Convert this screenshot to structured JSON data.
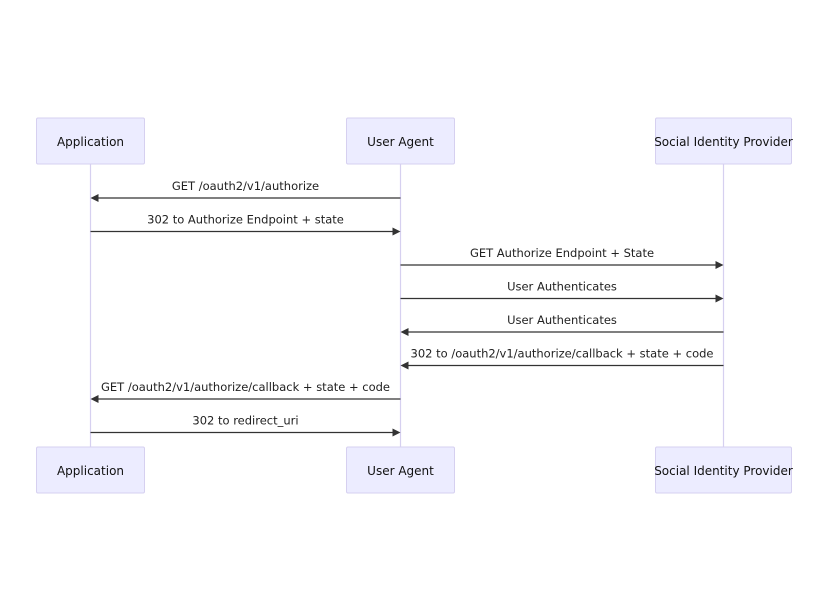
{
  "diagram": {
    "type": "sequence",
    "actors": [
      {
        "id": "app",
        "label": "Application"
      },
      {
        "id": "ua",
        "label": "User Agent"
      },
      {
        "id": "sip",
        "label": "Social Identity Provider"
      }
    ],
    "messages": [
      {
        "from": "ua",
        "to": "app",
        "label": "GET /oauth2/v1/authorize"
      },
      {
        "from": "app",
        "to": "ua",
        "label": "302 to Authorize Endpoint + state"
      },
      {
        "from": "ua",
        "to": "sip",
        "label": "GET Authorize Endpoint + State"
      },
      {
        "from": "ua",
        "to": "sip",
        "label": "User Authenticates"
      },
      {
        "from": "sip",
        "to": "ua",
        "label": "User Authenticates"
      },
      {
        "from": "sip",
        "to": "ua",
        "label": "302 to /oauth2/v1/authorize/callback + state + code"
      },
      {
        "from": "ua",
        "to": "app",
        "label": "GET /oauth2/v1/authorize/callback + state + code"
      },
      {
        "from": "app",
        "to": "ua",
        "label": "302 to redirect_uri"
      }
    ]
  },
  "colors": {
    "actor_fill": "#ececff",
    "actor_stroke": "#d6d0f0",
    "lifeline": "#d6d0f0",
    "arrow": "#333333",
    "text": "#222222"
  }
}
